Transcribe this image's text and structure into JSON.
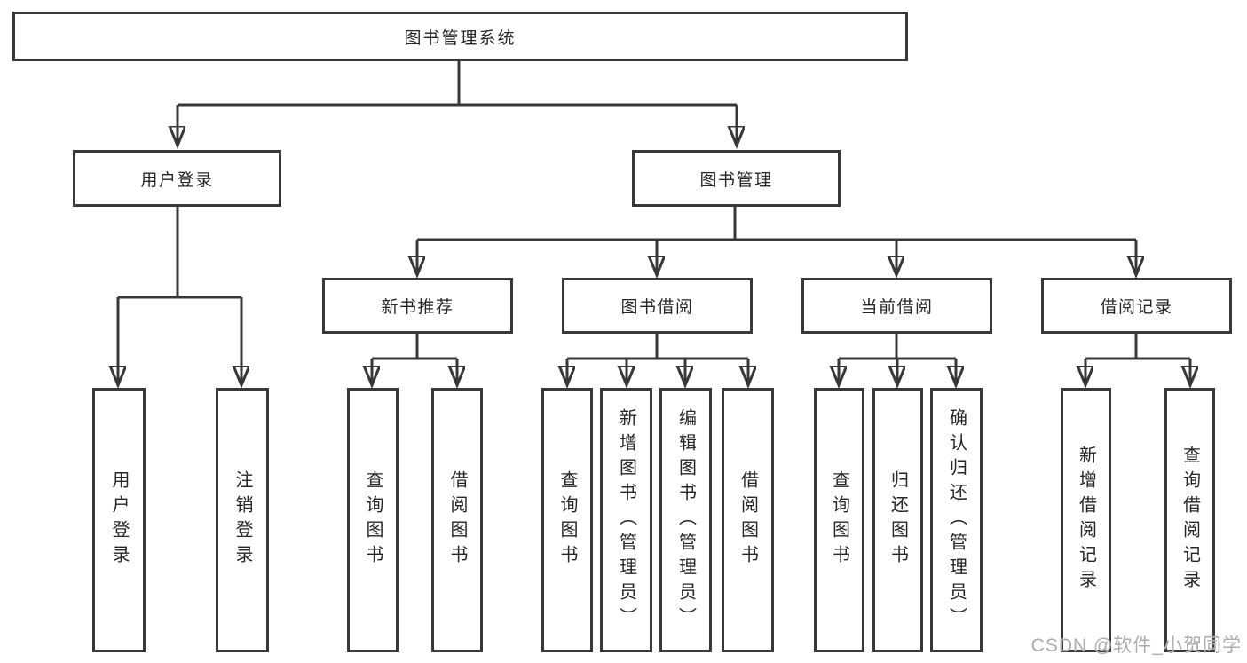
{
  "colors": {
    "line": "#383838",
    "text": "#262626",
    "box_bg": "#ffffff",
    "watermark": "#adadad"
  },
  "nodes": {
    "root": "图书管理系统",
    "level2": {
      "user_login": "用户登录",
      "book_mgmt": "图书管理"
    },
    "level3": {
      "new_book": "新书推荐",
      "book_borrow": "图书借阅",
      "current_borrow": "当前借阅",
      "borrow_record": "借阅记录"
    },
    "leaves": {
      "user_login": "用户登录",
      "logout": "注销登录",
      "nb_query": "查询图书",
      "nb_borrow": "借阅图书",
      "bb_query": "查询图书",
      "bb_add": "新增图书（管理员）",
      "bb_edit": "编辑图书（管理员）",
      "bb_borrow": "借阅图书",
      "cb_query": "查询图书",
      "cb_return": "归还图书",
      "cb_confirm": "确认归还（管理员）",
      "br_add": "新增借阅记录",
      "br_query": "查询借阅记录"
    }
  },
  "watermark": "CSDN @软件_小贺同学"
}
